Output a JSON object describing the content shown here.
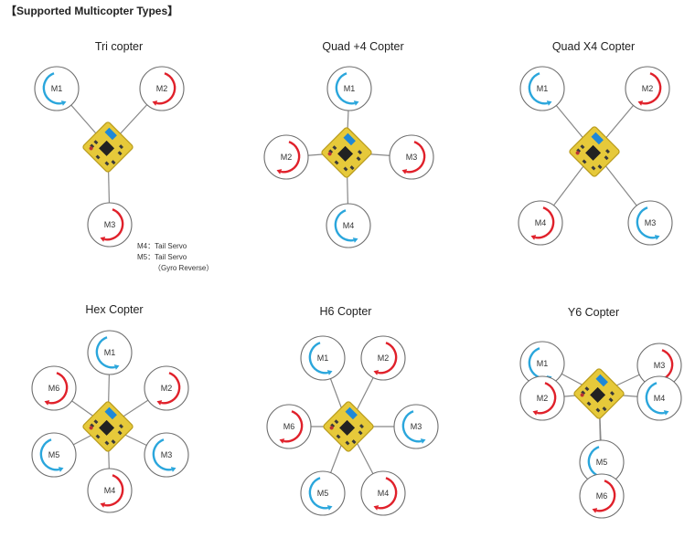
{
  "heading": "【Supported Multicopter Types】",
  "colors": {
    "cw": "#e0202a",
    "ccw": "#2aa6dc",
    "board": "#e6c93a",
    "board_edge": "#b89a1a",
    "ring": "#6e6e6e",
    "arm": "#888888"
  },
  "copters": [
    {
      "title": "Tri copter",
      "motors": [
        {
          "label": "M1",
          "dir": "ccw"
        },
        {
          "label": "M2",
          "dir": "cw"
        },
        {
          "label": "M3",
          "dir": "cw"
        }
      ],
      "notes": [
        {
          "key": "M4：",
          "value": "Tail Servo"
        },
        {
          "key": "M5：",
          "value": "Tail Servo"
        },
        {
          "key": "",
          "value": "（Gyro Reverse）"
        }
      ]
    },
    {
      "title": "Quad +4 Copter",
      "motors": [
        {
          "label": "M1",
          "dir": "ccw"
        },
        {
          "label": "M2",
          "dir": "cw"
        },
        {
          "label": "M3",
          "dir": "cw"
        },
        {
          "label": "M4",
          "dir": "ccw"
        }
      ]
    },
    {
      "title": "Quad X4 Copter",
      "motors": [
        {
          "label": "M1",
          "dir": "ccw"
        },
        {
          "label": "M2",
          "dir": "cw"
        },
        {
          "label": "M3",
          "dir": "ccw"
        },
        {
          "label": "M4",
          "dir": "cw"
        }
      ]
    },
    {
      "title": "Hex Copter",
      "motors": [
        {
          "label": "M1",
          "dir": "ccw"
        },
        {
          "label": "M2",
          "dir": "cw"
        },
        {
          "label": "M3",
          "dir": "ccw"
        },
        {
          "label": "M4",
          "dir": "cw"
        },
        {
          "label": "M5",
          "dir": "ccw"
        },
        {
          "label": "M6",
          "dir": "cw"
        }
      ]
    },
    {
      "title": "H6 Copter",
      "motors": [
        {
          "label": "M1",
          "dir": "ccw"
        },
        {
          "label": "M2",
          "dir": "cw"
        },
        {
          "label": "M3",
          "dir": "ccw"
        },
        {
          "label": "M4",
          "dir": "cw"
        },
        {
          "label": "M5",
          "dir": "ccw"
        },
        {
          "label": "M6",
          "dir": "cw"
        }
      ]
    },
    {
      "title": "Y6 Copter",
      "motors": [
        {
          "label": "M1",
          "dir": "ccw"
        },
        {
          "label": "M2",
          "dir": "cw"
        },
        {
          "label": "M3",
          "dir": "cw"
        },
        {
          "label": "M4",
          "dir": "ccw"
        },
        {
          "label": "M5",
          "dir": "ccw"
        },
        {
          "label": "M6",
          "dir": "cw"
        }
      ]
    }
  ]
}
